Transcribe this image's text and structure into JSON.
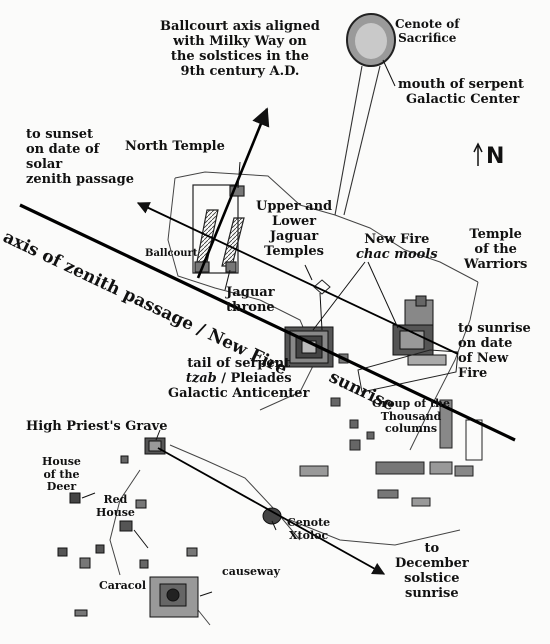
{
  "labels": {
    "cenote_sacrifice_1": "Cenote of",
    "cenote_sacrifice_2": "Sacrifice",
    "mouth_1": "mouth of serpent",
    "mouth_2": "Galactic Center",
    "ballcourt_axis_1": "Ballcourt axis aligned",
    "ballcourt_axis_2": "with Milky Way on",
    "ballcourt_axis_3": "the solstices in the",
    "ballcourt_axis_4": "9th century A.D.",
    "north": "N",
    "north_temple": "North Temple",
    "sunset_1": "to sunset",
    "sunset_2": "on date of",
    "sunset_3": "solar",
    "sunset_4": "zenith passage",
    "jaguar_temples_1": "Upper and",
    "jaguar_temples_2": "Lower",
    "jaguar_temples_3": "Jaguar",
    "jaguar_temples_4": "Temples",
    "ballcourt": "Ballcourt",
    "new_fire_1": "New Fire",
    "new_fire_2": "chac mools",
    "warriors_1": "Temple",
    "warriors_2": "of the",
    "warriors_3": "Warriors",
    "zenith_axis": "axis of zenith passage / New Fire",
    "jaguar_throne_1": "Jaguar",
    "jaguar_throne_2": "throne",
    "sunrise_nf_1": "to sunrise",
    "sunrise_nf_2": "on date",
    "sunrise_nf_3": "of New",
    "sunrise_nf_4": "Fire",
    "sunrise_word": "sunrise",
    "tail_1": "tail of serpent",
    "tail_2": "tzab",
    "tail_3": "/ Pleiades",
    "tail_4": "Galactic Anticenter",
    "thousand_1": "Group of the",
    "thousand_2": "Thousand",
    "thousand_3": "columns",
    "priest": "High Priest's Grave",
    "deer_1": "House",
    "deer_2": "of the",
    "deer_3": "Deer",
    "red_1": "Red",
    "red_2": "House",
    "xtoloc_1": "Cenote",
    "xtoloc_2": "Xtoloc",
    "december_1": "to",
    "december_2": "December",
    "december_3": "solstice",
    "december_4": "sunrise",
    "causeway": "causeway",
    "caracol": "Caracol"
  }
}
